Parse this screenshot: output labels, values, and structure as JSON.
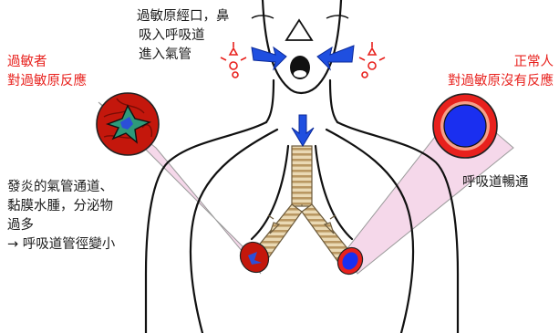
{
  "labels": {
    "entry": [
      "過敏原經口，鼻",
      "吸入呼吸道",
      "進入氣管"
    ],
    "allergic_title": [
      "過敏者",
      "對過敏原反應"
    ],
    "normal_title": [
      "正常人",
      "對過敏原沒有反應"
    ],
    "inflamed": [
      "發炎的氣管通道、",
      "黏膜水腫，分泌物",
      "過多",
      "→ 呼吸道管徑變小"
    ],
    "normal_airway": "呼吸道暢通"
  },
  "colors": {
    "accent_red": "#e8211d",
    "arrow_blue": "#1f4fe0",
    "airway_red": "#c4170c",
    "lumen_blue": "#1a2ff0",
    "mucus_green": "#2e9a7a",
    "callout_pink": "#f5d8ea",
    "trachea_tan": "#ead9b4"
  },
  "icons": [
    "allergen-particle-icon",
    "down-arrow-icon",
    "inflow-arrow-icon"
  ]
}
